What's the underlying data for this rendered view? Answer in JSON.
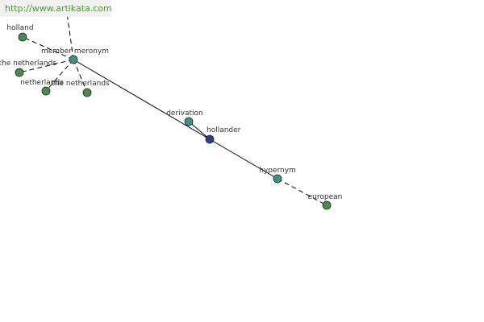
{
  "watermark": "http://www.artikata.com",
  "colors": {
    "background": "#ffffff",
    "watermark_bg": "#f1f1f1",
    "watermark_text": "#4f9e2c",
    "edge": "#000000",
    "label_text": "#333333",
    "node_word": "#2f3a8a",
    "node_relation": "#3f8f8c",
    "node_leaf": "#4a8a4a",
    "node_stroke": "#1e2e1e"
  },
  "graph": {
    "nodes": [
      {
        "id": "hollander",
        "label": "hollander",
        "kind": "word"
      },
      {
        "id": "member-meronym",
        "label": "member meronym",
        "kind": "relation"
      },
      {
        "id": "derivation",
        "label": "derivation",
        "kind": "relation"
      },
      {
        "id": "hypernym",
        "label": "hypernym",
        "kind": "relation"
      },
      {
        "id": "holland",
        "label": "holland",
        "kind": "leaf"
      },
      {
        "id": "kingdom-of-the-netherlands",
        "label": "of the netherlands",
        "kind": "leaf"
      },
      {
        "id": "netherlands",
        "label": "netherlands",
        "kind": "leaf"
      },
      {
        "id": "the-netherlands",
        "label": "the netherlands",
        "kind": "leaf"
      },
      {
        "id": "european",
        "label": "european",
        "kind": "leaf"
      }
    ],
    "edges": [
      {
        "from": "hollander",
        "to": "member-meronym",
        "style": "solid"
      },
      {
        "from": "hollander",
        "to": "derivation",
        "style": "solid"
      },
      {
        "from": "hollander",
        "to": "hypernym",
        "style": "solid"
      },
      {
        "from": "member-meronym",
        "to": "holland",
        "style": "dashed"
      },
      {
        "from": "member-meronym",
        "to": "kingdom-of-the-netherlands",
        "style": "dashed"
      },
      {
        "from": "member-meronym",
        "to": "netherlands",
        "style": "dashed"
      },
      {
        "from": "member-meronym",
        "to": "the-netherlands",
        "style": "dashed"
      },
      {
        "from": "member-meronym",
        "to": "offscreen-top",
        "style": "dashed"
      },
      {
        "from": "hypernym",
        "to": "european",
        "style": "dashed"
      }
    ]
  }
}
